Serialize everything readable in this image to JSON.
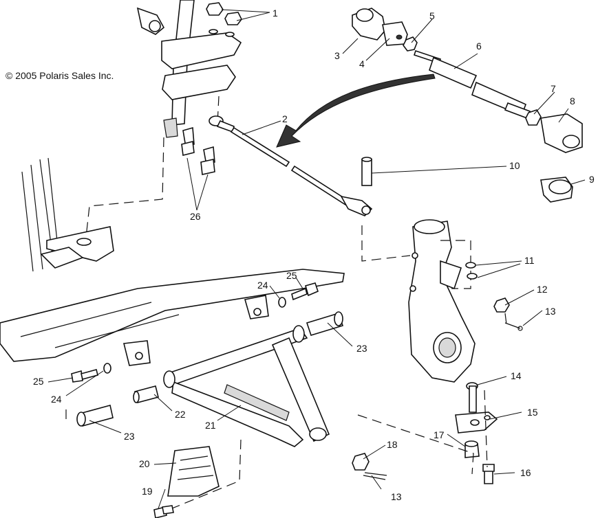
{
  "copyright": "© 2005 Polaris Sales Inc.",
  "callouts": [
    {
      "id": "1",
      "label": "1"
    },
    {
      "id": "2",
      "label": "2"
    },
    {
      "id": "3",
      "label": "3"
    },
    {
      "id": "4",
      "label": "4"
    },
    {
      "id": "5",
      "label": "5"
    },
    {
      "id": "6",
      "label": "6"
    },
    {
      "id": "7",
      "label": "7"
    },
    {
      "id": "8",
      "label": "8"
    },
    {
      "id": "9",
      "label": "9"
    },
    {
      "id": "10",
      "label": "10"
    },
    {
      "id": "11",
      "label": "11"
    },
    {
      "id": "12",
      "label": "12"
    },
    {
      "id": "13a",
      "label": "13"
    },
    {
      "id": "13b",
      "label": "13"
    },
    {
      "id": "14",
      "label": "14"
    },
    {
      "id": "15",
      "label": "15"
    },
    {
      "id": "16",
      "label": "16"
    },
    {
      "id": "17",
      "label": "17"
    },
    {
      "id": "18",
      "label": "18"
    },
    {
      "id": "19",
      "label": "19"
    },
    {
      "id": "20",
      "label": "20"
    },
    {
      "id": "21",
      "label": "21"
    },
    {
      "id": "22",
      "label": "22"
    },
    {
      "id": "23a",
      "label": "23"
    },
    {
      "id": "23b",
      "label": "23"
    },
    {
      "id": "24a",
      "label": "24"
    },
    {
      "id": "24b",
      "label": "24"
    },
    {
      "id": "25a",
      "label": "25"
    },
    {
      "id": "25b",
      "label": "25"
    },
    {
      "id": "26",
      "label": "26"
    }
  ]
}
